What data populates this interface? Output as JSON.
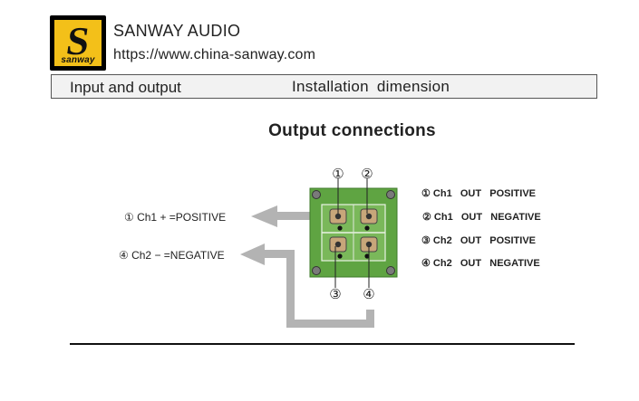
{
  "header": {
    "logo_letter": "S",
    "logo_word": "sanway",
    "brand": "SANWAY AUDIO",
    "url": "https://www.china-sanway.com"
  },
  "nav": {
    "item1": "Input and output",
    "item2": "Installation  dimension"
  },
  "section_title": "Output connections",
  "left_labels": [
    "① Ch1 + =POSITIVE",
    "④ Ch2 − =NEGATIVE"
  ],
  "terminal_numbers": [
    "①",
    "②",
    "③",
    "④"
  ],
  "right_legend": [
    "① Ch1   OUT   POSITIVE",
    "② Ch1   OUT   NEGATIVE",
    "③ Ch2   OUT   POSITIVE",
    "④ Ch2   OUT   NEGATIVE"
  ],
  "colors": {
    "logo_yellow": "#f3c019",
    "board_green": "#5fa442",
    "arrow_gray": "#b3b3b3"
  }
}
